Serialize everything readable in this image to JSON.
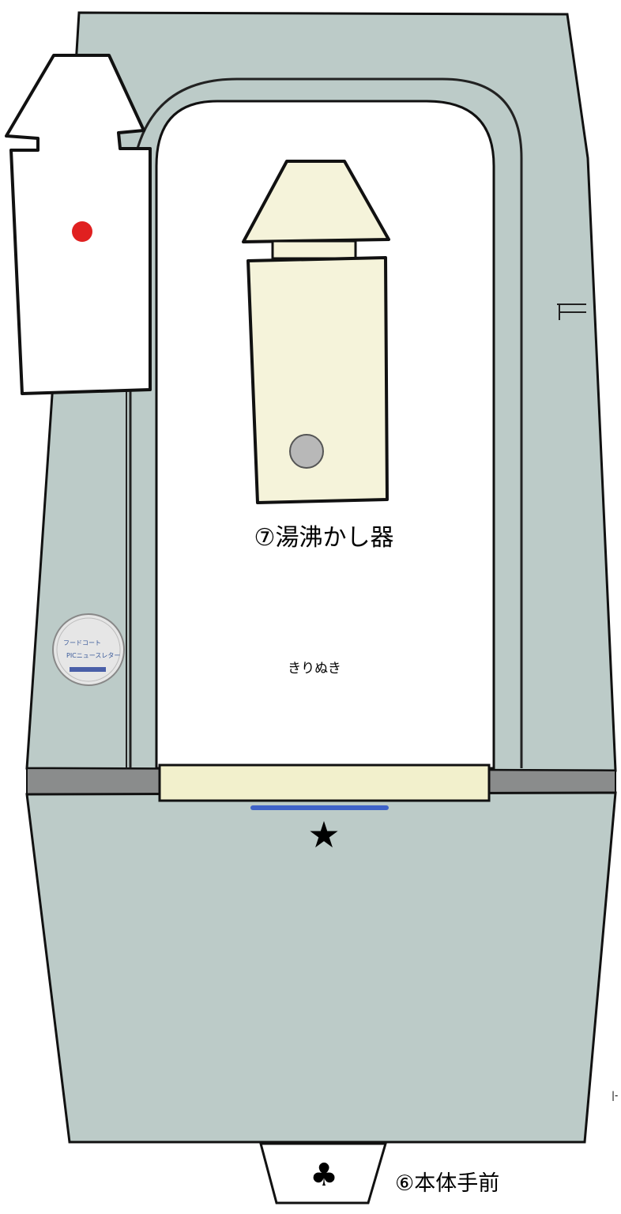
{
  "labels": {
    "water_heater": "⑦湯沸かし器",
    "cutout": "きりぬき",
    "body_front": "⑥本体手前"
  },
  "symbols": {
    "star": "★",
    "club": "♣",
    "small_mark": "|-"
  },
  "colors": {
    "body_fill": "#bccbc8",
    "cutout_fill": "#ffffff",
    "heater_fill": "#f5f3da",
    "strip_fill": "#f2f0cc",
    "gray_band": "#8a8c8c",
    "blue_line": "#3f63c9",
    "red_dot": "#e02020",
    "outline": "#111111"
  }
}
